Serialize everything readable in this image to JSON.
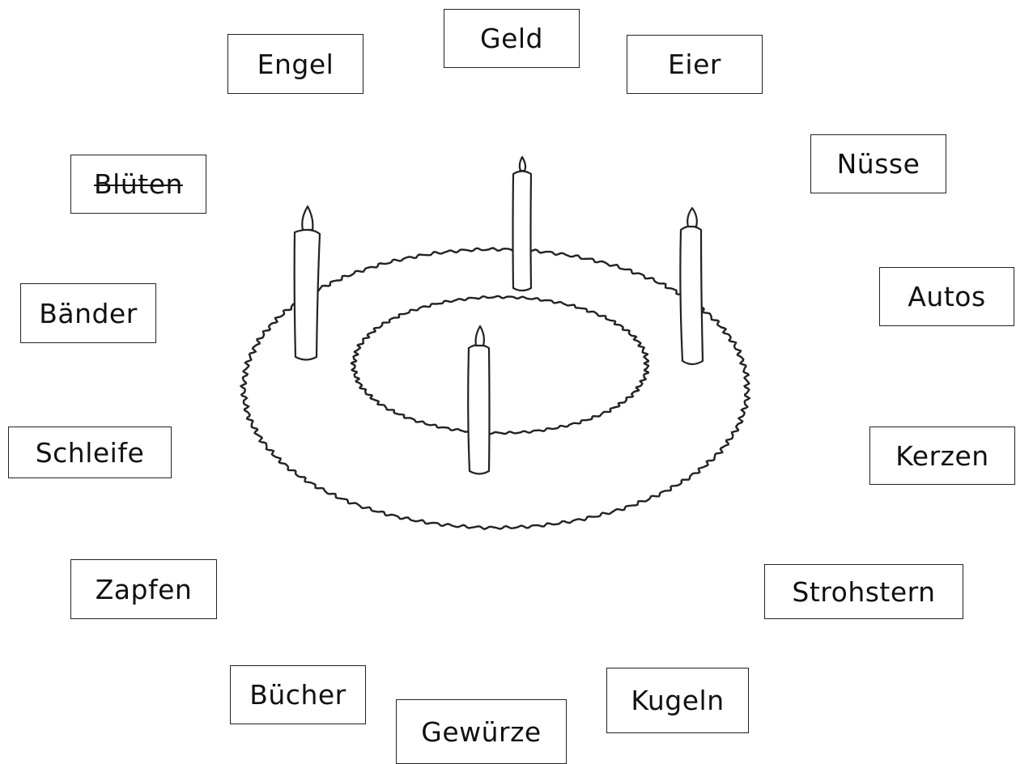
{
  "words": {
    "geld": {
      "label": "Geld",
      "struck": false
    },
    "engel": {
      "label": "Engel",
      "struck": false
    },
    "eier": {
      "label": "Eier",
      "struck": false
    },
    "nuesse": {
      "label": "Nüsse",
      "struck": false
    },
    "blueten": {
      "label": "Blüten",
      "struck": true
    },
    "autos": {
      "label": "Autos",
      "struck": false
    },
    "baender": {
      "label": "Bänder",
      "struck": false
    },
    "schleife": {
      "label": "Schleife",
      "struck": false
    },
    "kerzen": {
      "label": "Kerzen",
      "struck": false
    },
    "zapfen": {
      "label": "Zapfen",
      "struck": false
    },
    "strohstern": {
      "label": "Strohstern",
      "struck": false
    },
    "buecher": {
      "label": "Bücher",
      "struck": false
    },
    "gewuerze": {
      "label": "Gewürze",
      "struck": false
    },
    "kugeln": {
      "label": "Kugeln",
      "struck": false
    }
  },
  "illustration": {
    "icon": "advent-wreath-icon",
    "candle_count": 4,
    "line_color": "#222222"
  }
}
